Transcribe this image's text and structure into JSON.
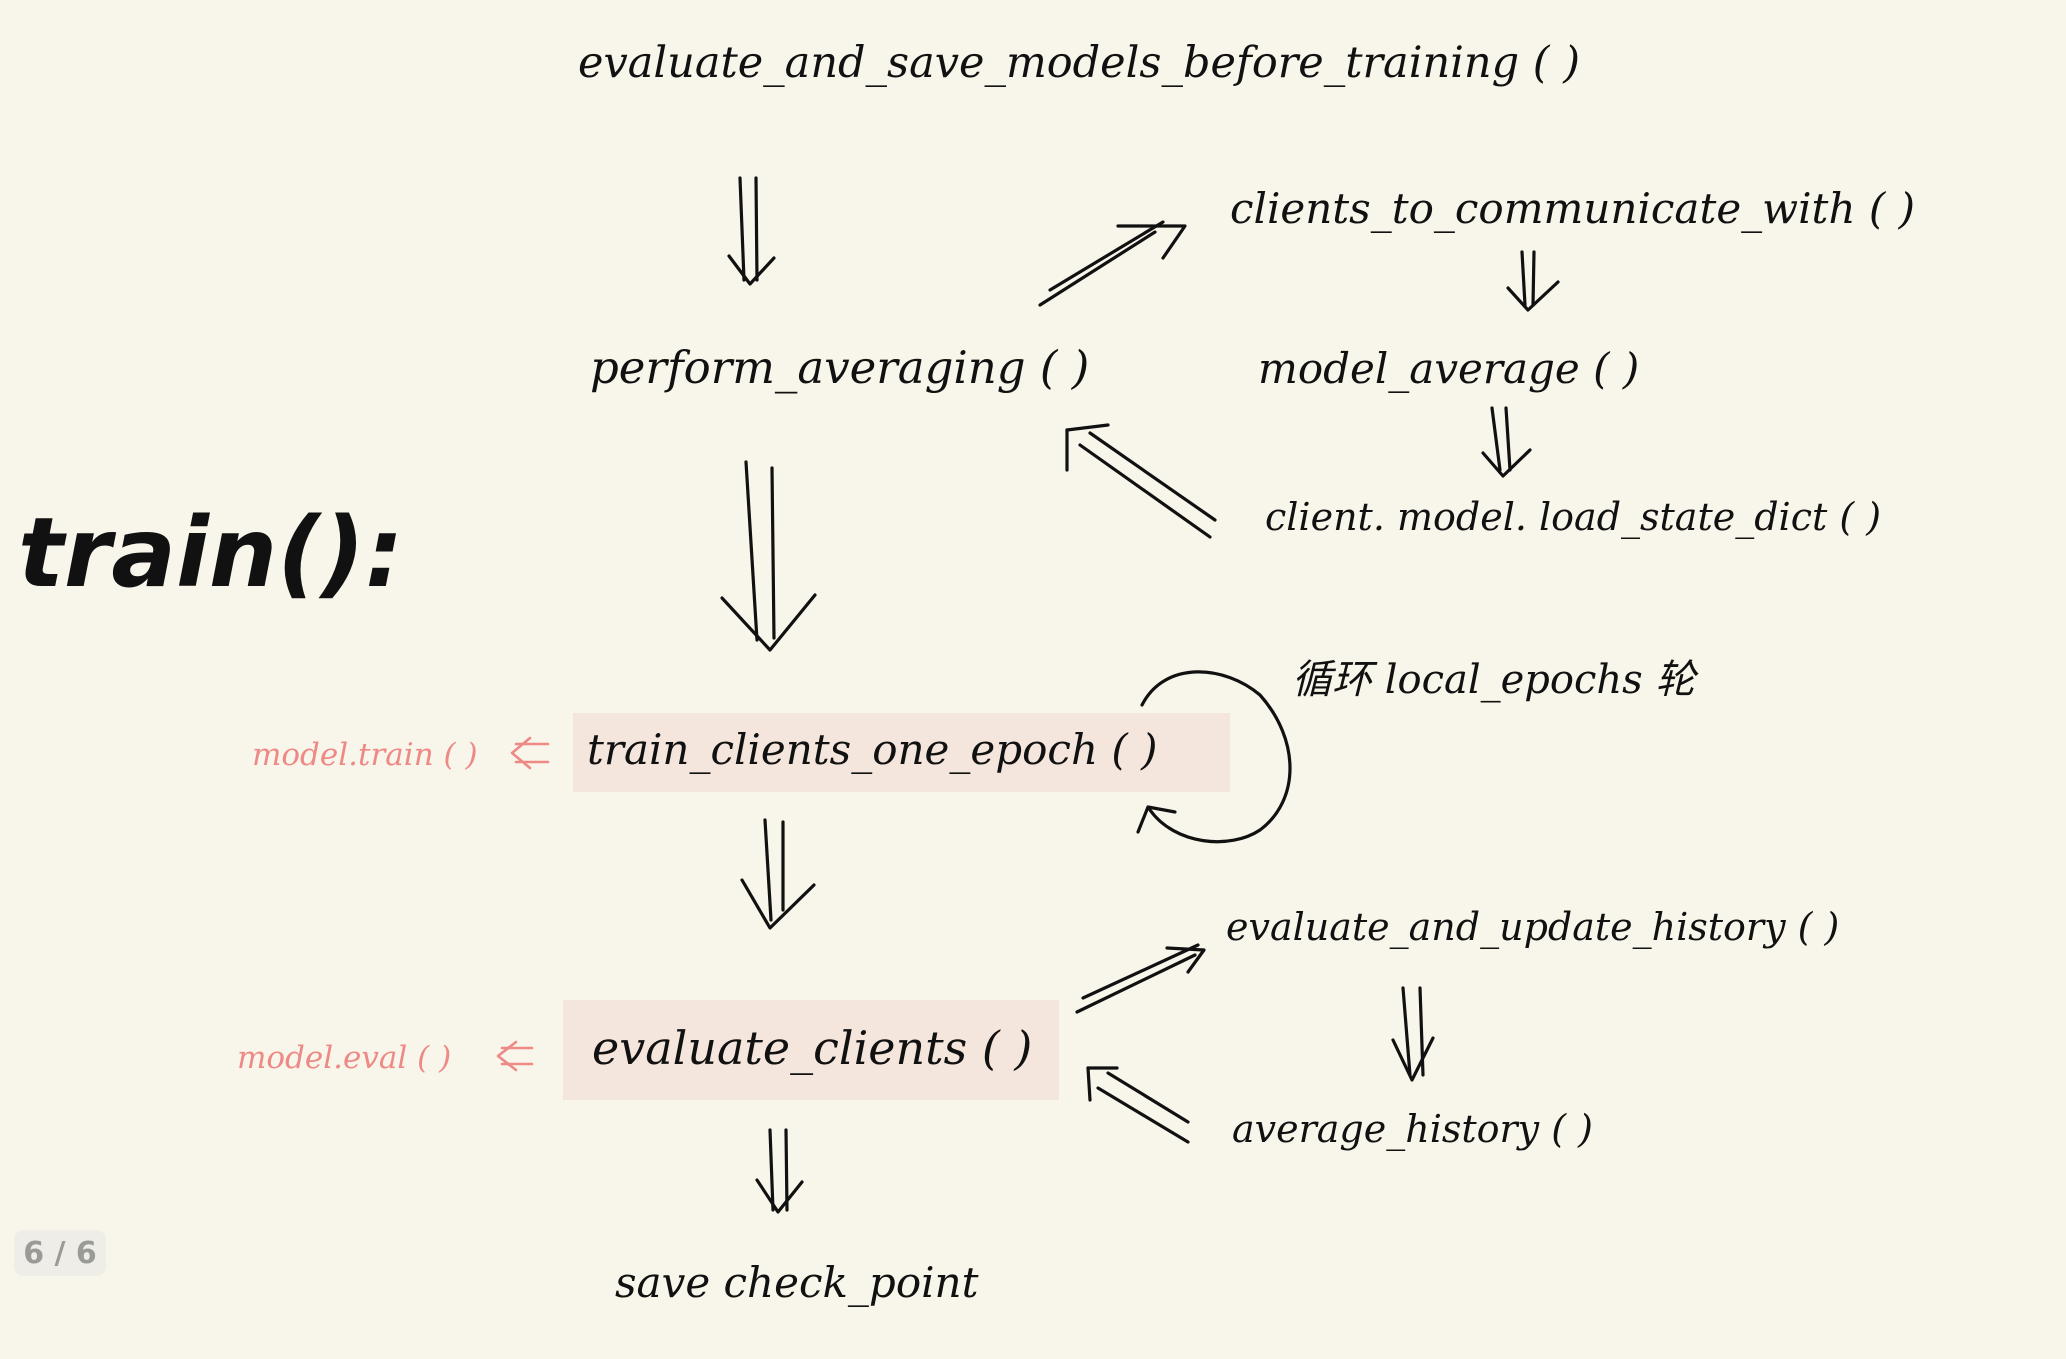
{
  "title": "train():",
  "nodes": {
    "evaluate_save_before": "evaluate_and_save_models_before_training ( )",
    "perform_averaging": "perform_averaging ( )",
    "clients_to_communicate": "clients_to_communicate_with ( )",
    "model_average": "model_average ( )",
    "load_state_dict": "client. model. load_state_dict ( )",
    "loop_note": "循环 local_epochs 轮",
    "train_clients_one_epoch": "train_clients_one_epoch ( )",
    "evaluate_clients": "evaluate_clients ( )",
    "evaluate_and_update_history": "evaluate_and_update_history ( )",
    "average_history": "average_history ( )",
    "save_checkpoint": "save  check_point"
  },
  "side_notes": {
    "model_train": "model.train ( )",
    "model_eval": "model.eval ( )"
  },
  "page_indicator": "6 / 6",
  "colors": {
    "background": "#f8f5ea",
    "ink": "#111111",
    "highlight": "#f5e6dd",
    "note_pink": "#ee8a86"
  }
}
